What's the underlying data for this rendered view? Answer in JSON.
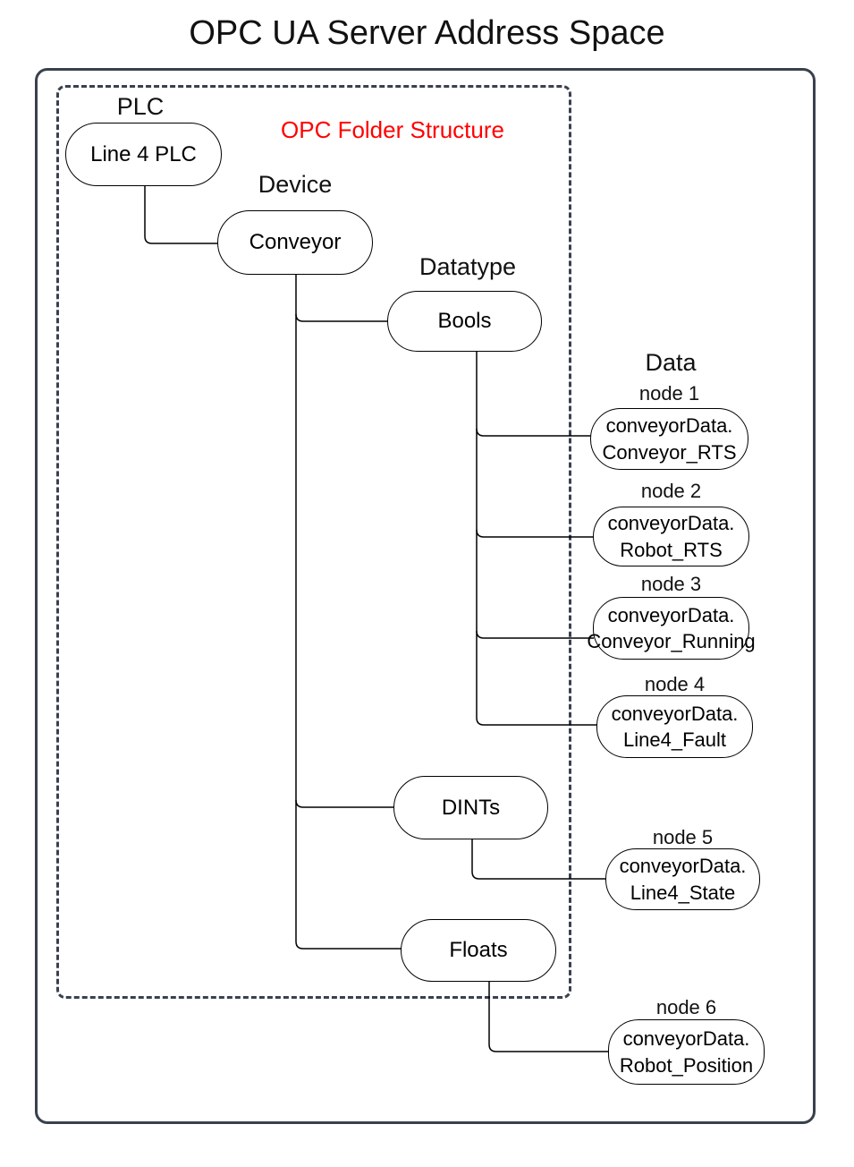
{
  "title": "OPC UA Server Address Space",
  "annotation": {
    "label": "OPC Folder Structure",
    "color": "#ff0000"
  },
  "columns": {
    "plc": "PLC",
    "device": "Device",
    "datatype": "Datatype",
    "data": "Data"
  },
  "folders": {
    "plc": "Line 4 PLC",
    "device": "Conveyor",
    "datatypes": [
      "Bools",
      "DINTs",
      "Floats"
    ]
  },
  "nodes": [
    {
      "label": "node 1",
      "line1": "conveyorData.",
      "line2": "Conveyor_RTS",
      "parent": "Bools"
    },
    {
      "label": "node 2",
      "line1": "conveyorData.",
      "line2": "Robot_RTS",
      "parent": "Bools"
    },
    {
      "label": "node 3",
      "line1": "conveyorData.",
      "line2": "Conveyor_Running",
      "parent": "Bools"
    },
    {
      "label": "node 4",
      "line1": "conveyorData.",
      "line2": "Line4_Fault",
      "parent": "Bools"
    },
    {
      "label": "node 5",
      "line1": "conveyorData.",
      "line2": "Line4_State",
      "parent": "DINTs"
    },
    {
      "label": "node 6",
      "line1": "conveyorData.",
      "line2": "Robot_Position",
      "parent": "Floats"
    }
  ],
  "colors": {
    "frame": "#39414d",
    "node_stroke": "#000000",
    "text": "#111111",
    "annotation": "#ff0000"
  }
}
